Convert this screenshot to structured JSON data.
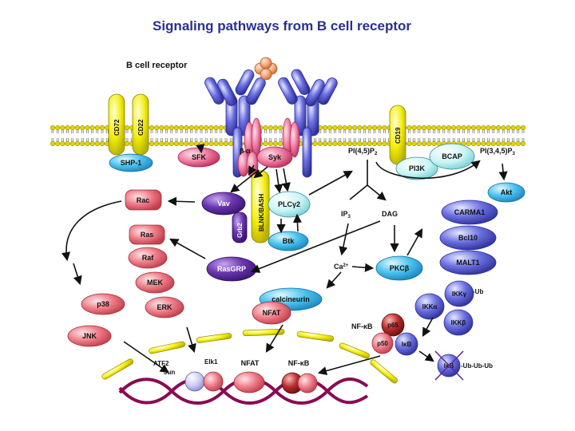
{
  "title": "Signaling pathways from B cell receptor",
  "receptor_label": "B cell receptor",
  "labels": {
    "beta_alpha": "β α",
    "cd72": "CD72",
    "cd22": "CD22",
    "cd19": "CD19",
    "shp1": "SHP-1",
    "sfk": "SFK",
    "syk": "Syk",
    "pip2": "PI(4,5)P",
    "pip2_sub": "2",
    "pip3": "PI(3,4,5)P",
    "pip3_sub": "3",
    "pi3k": "PI3K",
    "bcap": "BCAP",
    "akt": "Akt",
    "rac": "Rac",
    "vav": "Vav",
    "blnk": "BLNK/BASH",
    "grb2": "Grb2",
    "plcg2": "PLCγ2",
    "btk": "Btk",
    "ip3": "IP",
    "ip3_sub": "3",
    "dag": "DAG",
    "ras": "Ras",
    "raf": "Raf",
    "mek": "MEK",
    "erk": "ERK",
    "rasgrp": "RasGRP",
    "carma1": "CARMA1",
    "bcl10": "Bcl10",
    "malt1": "MALT1",
    "ca": "Ca",
    "ca_sup": "2+",
    "pkcb": "PKCβ",
    "p38": "p38",
    "jnk": "JNK",
    "calcineurin": "calcineurin",
    "nfat": "NFAT",
    "ikkg": "IKKγ",
    "ub": "-Ub",
    "ikka": "IKKα",
    "ikkb": "IKKβ",
    "nfkb_complex": "NF-κB",
    "p65": "p65",
    "p50": "p50",
    "ikb": "IκB",
    "ikb_deg": "IκB",
    "ububub": "-Ub-Ub-Ub",
    "atf2": "ATF2",
    "jun": "Jun",
    "elk1": "Elk1",
    "nfat_dna": "NFAT",
    "nfkb_dna": "NF-κB"
  },
  "colors": {
    "title": "#2b2f8f",
    "membrane_head": "#e6d400",
    "receptor_blue": "#5a5ad6",
    "antigen": "#f0a070",
    "pink": "#e8508a",
    "red": "#e85a6a",
    "purple": "#5a2a9a",
    "cyan": "#3ab8e8",
    "yellow": "#f5f000",
    "light_cyan": "#bff0f0",
    "dna": "#8a0a50"
  }
}
